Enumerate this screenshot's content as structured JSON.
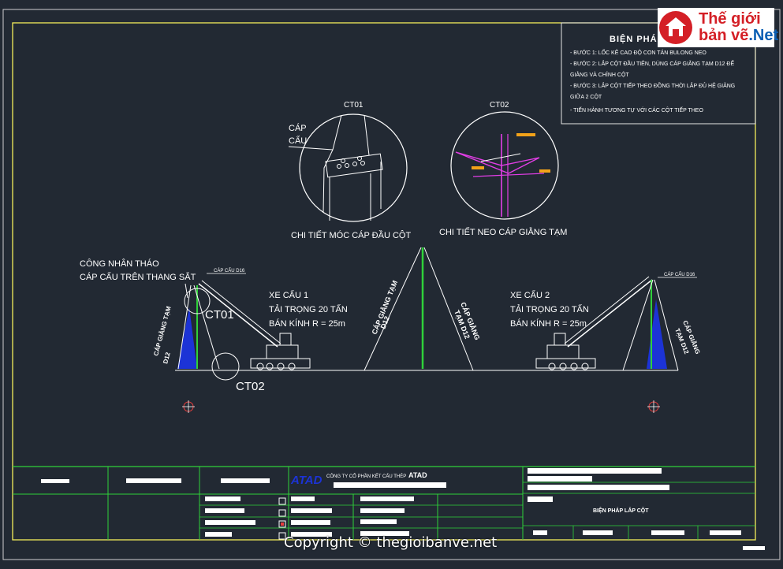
{
  "logo": {
    "line1": "Thế giới",
    "line2_part1": "bản vẽ",
    "line2_part2": ".Net"
  },
  "notes": {
    "title": "BIỆN PHÁ",
    "lines": [
      "- BƯỚC 1: LỐC KÊ CAO ĐỘ CON TÁN BULONG NEO",
      "- BƯỚC 2:  LẮP CỘT ĐẦU TIÊN, DÙNG CÁP GIẰNG TẠM D12 ĐỂ",
      "GIẰNG VÀ CHỈNH CỘT",
      "- BƯỚC 3: LẮP CỘT TIẾP THEO ĐỒNG THỜI LẮP ĐỦ HỆ GIẰNG",
      "GIỮA 2 CỘT",
      "- TIẾN HÀNH TƯƠNG TỰ VỚI CÁC CỘT TIẾP THEO"
    ]
  },
  "details": {
    "ct01_label": "CT01",
    "ct02_label": "CT02",
    "cap_cau_1": "CÁP",
    "cap_cau_2": "CẨU",
    "ct01_caption": "CHI TIẾT MÓC CÁP ĐẦU CỘT",
    "ct02_caption": "CHI TIẾT NEO CÁP GIẰNG TẠM"
  },
  "elevation": {
    "worker_1": "CÔNG NHÂN THÁO",
    "worker_2": "CÁP CẨU TRÊN THANG SẮT",
    "cap_cau_d16_left": "CÁP CẨU D16",
    "cap_cau_d16_right": "CÁP CẨU D16",
    "ct01_tag": "CT01",
    "ct02_tag": "CT02",
    "crane1": [
      "XE CẨU 1",
      "TẢI TRỌNG 20 TẤN",
      "BÁN KÍNH R = 25m"
    ],
    "crane2": [
      "XE CẨU 2",
      "TẢI TRỌNG 20 TẤN",
      "BÁN KÍNH R = 25m"
    ],
    "guy_left_1": "CÁP GIẰNG TẠM",
    "guy_left_2": "D12",
    "guy_mid_left_1": "CÁP GIẰNG TẠM",
    "guy_mid_left_2": "D12",
    "guy_mid_right_1": "CÁP GIẰNG",
    "guy_mid_right_2": "TẠM D12",
    "guy_right_1": "CÁP GIẰNG",
    "guy_right_2": "TẠM D12"
  },
  "title_block": {
    "company_logo": "ATAD",
    "company_name": "CÔNG TY CỔ PHẦN KẾT CẤU THÉP",
    "company_short": "ATAD",
    "drawing_title": "BIỆN PHÁP LẮP CỘT"
  },
  "watermark": "Copyright © thegioibanve.net",
  "colors": {
    "background": "#222933",
    "frame": "#f5ee5a",
    "green": "#2fd13a",
    "blue": "#1c33d6",
    "magenta": "#e23ee6",
    "orange": "#f2a219"
  }
}
